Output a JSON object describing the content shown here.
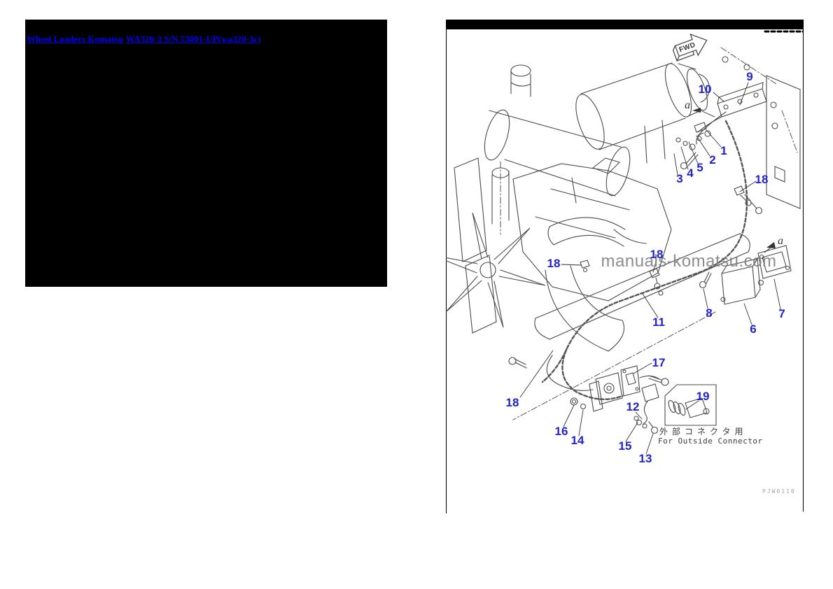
{
  "breadcrumb": {
    "links": [
      {
        "label": "Wheel Loaders Komatsu"
      },
      {
        "label": "WA320-3 S/N 53001-UP(wa320-3c)"
      }
    ]
  },
  "diagram": {
    "fwd_label": "FWD",
    "watermark": "manuals-komatsu.com",
    "drawing_number": "PJW0110",
    "connector_note_jp": "外部コネクタ用",
    "connector_note_en": "For Outside Connector",
    "view_labels": [
      {
        "label": "a"
      },
      {
        "label": "a"
      }
    ],
    "callouts": [
      {
        "label": "9"
      },
      {
        "label": "10"
      },
      {
        "label": "1"
      },
      {
        "label": "2"
      },
      {
        "label": "5"
      },
      {
        "label": "4"
      },
      {
        "label": "3"
      },
      {
        "label": "18"
      },
      {
        "label": "18"
      },
      {
        "label": "18"
      },
      {
        "label": "11"
      },
      {
        "label": "8"
      },
      {
        "label": "6"
      },
      {
        "label": "7"
      },
      {
        "label": "17"
      },
      {
        "label": "18"
      },
      {
        "label": "12"
      },
      {
        "label": "19"
      },
      {
        "label": "16"
      },
      {
        "label": "14"
      },
      {
        "label": "15"
      },
      {
        "label": "13"
      }
    ],
    "colors": {
      "callout_color": "#2222cc",
      "link_color": "#0000ee",
      "line_art_color": "#4a4a4a",
      "watermark_color": "#787878",
      "title_bar_color": "#000000"
    }
  }
}
